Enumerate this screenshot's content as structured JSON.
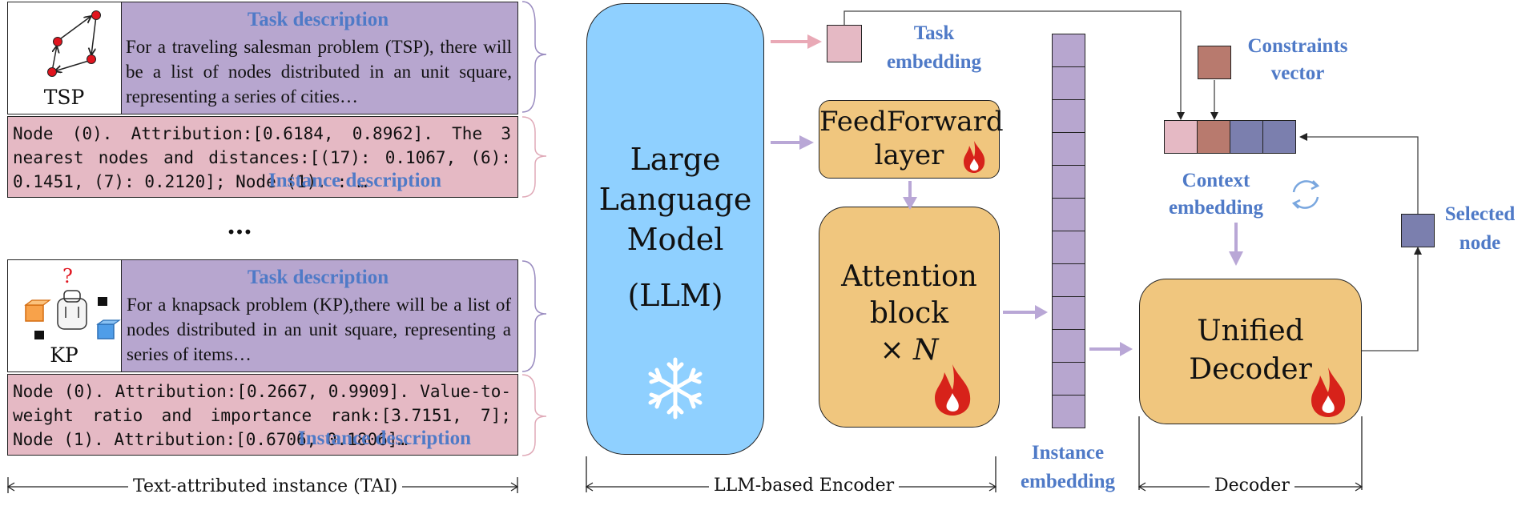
{
  "tsp": {
    "task_title": "Task description",
    "task_text": "For a traveling salesman problem (TSP), there will be a list of nodes distributed in an unit square, representing a series of cities…",
    "icon_label": "TSP",
    "instance_text": "Node (0). Attribution:[0.6184, 0.8962]. The 3 nearest nodes and distances:[(17): 0.1067, (6): 0.1451, (7): 0.2120]; Node (1). : …",
    "instance_title": "Instance description"
  },
  "ellipsis": "…",
  "kp": {
    "task_title": "Task description",
    "task_text": "For a knapsack problem (KP),there will be a list of nodes distributed in an unit square, representing a series of items…",
    "icon_label": "KP",
    "question_mark": "?",
    "instance_text": "Node (0). Attribution:[0.2667, 0.9909]. Value-to-weight ratio and importance rank:[3.7151, 7]; Node (1). Attribution:[0.6706, 0.1806]…",
    "instance_title": "Instance description"
  },
  "tai_label": "Text-attributed instance (TAI)",
  "llm": {
    "lines": [
      "Large",
      "Language",
      "Model",
      "(LLM)"
    ]
  },
  "encoder_label": "LLM-based Encoder",
  "task_embedding_label": [
    "Task",
    "embedding"
  ],
  "feedforward": [
    "FeedForward",
    "layer"
  ],
  "attention": [
    "Attention",
    "block",
    "× N"
  ],
  "instance_embedding_label": [
    "Instance",
    "embedding"
  ],
  "constraints_label": [
    "Constraints",
    "vector"
  ],
  "context_label": [
    "Context",
    "embedding"
  ],
  "selected_node_label": [
    "Selected",
    "node"
  ],
  "decoder": [
    "Unified",
    "Decoder"
  ],
  "decoder_label": "Decoder",
  "colors": {
    "purple": "#b7a6cf",
    "pink": "#e5b9c4",
    "orange": "#f0c67e",
    "llm_blue": "#8fd0ff",
    "title_blue": "#4f7ac7",
    "constraint_brown": "#b87a6e",
    "node_blue": "#7b7fae",
    "flame": "#d7221a"
  }
}
